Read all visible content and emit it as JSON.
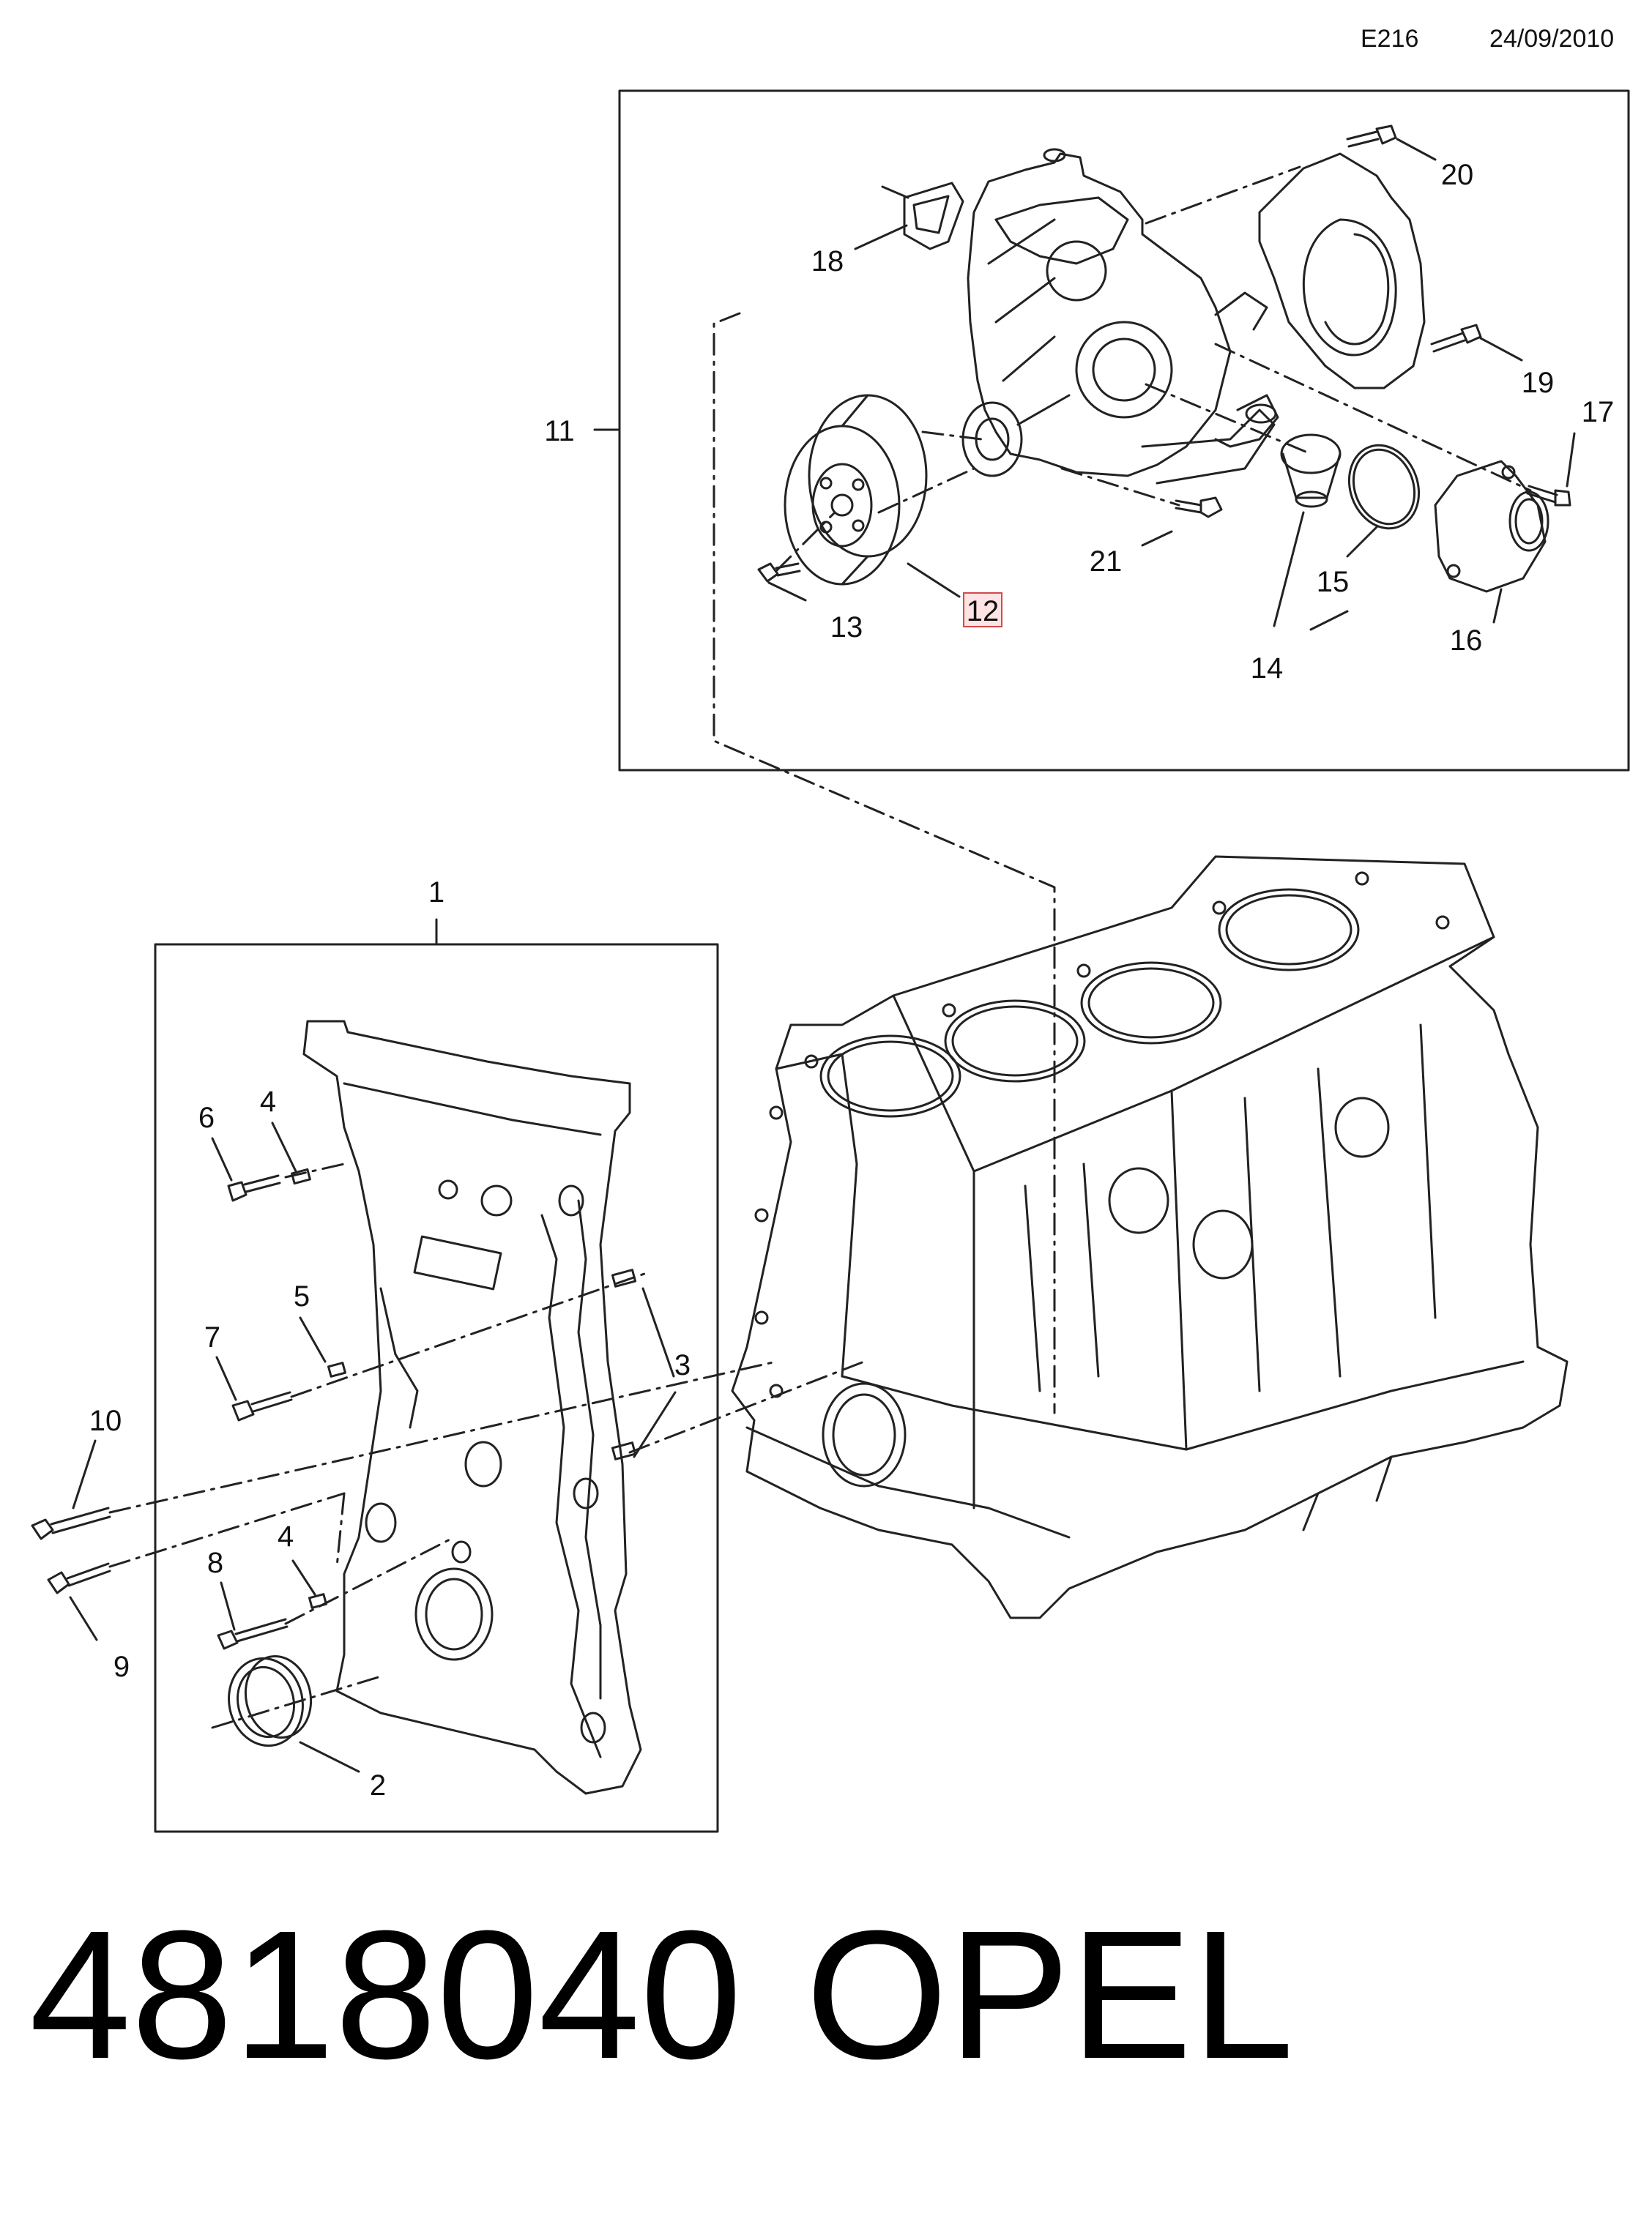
{
  "header": {
    "code": "E216",
    "date": "24/09/2010"
  },
  "callouts": [
    {
      "id": "c20",
      "label": "20"
    },
    {
      "id": "c18",
      "label": "18"
    },
    {
      "id": "c19",
      "label": "19"
    },
    {
      "id": "c17",
      "label": "17"
    },
    {
      "id": "c11",
      "label": "11"
    },
    {
      "id": "c21",
      "label": "21"
    },
    {
      "id": "c15",
      "label": "15"
    },
    {
      "id": "c12",
      "label": "12",
      "highlight": true
    },
    {
      "id": "c13",
      "label": "13"
    },
    {
      "id": "c16",
      "label": "16"
    },
    {
      "id": "c14",
      "label": "14"
    },
    {
      "id": "c1",
      "label": "1"
    },
    {
      "id": "c6",
      "label": "6"
    },
    {
      "id": "c4a",
      "label": "4"
    },
    {
      "id": "c5",
      "label": "5"
    },
    {
      "id": "c7",
      "label": "7"
    },
    {
      "id": "c3",
      "label": "3"
    },
    {
      "id": "c10",
      "label": "10"
    },
    {
      "id": "c8",
      "label": "8"
    },
    {
      "id": "c4b",
      "label": "4"
    },
    {
      "id": "c9",
      "label": "9"
    },
    {
      "id": "c2",
      "label": "2"
    }
  ],
  "footer": {
    "part_number": "4818040",
    "brand": "OPEL"
  },
  "colors": {
    "line": "#222222",
    "highlight_fill": "#fde3e3",
    "highlight_stroke": "#d24a4a"
  }
}
